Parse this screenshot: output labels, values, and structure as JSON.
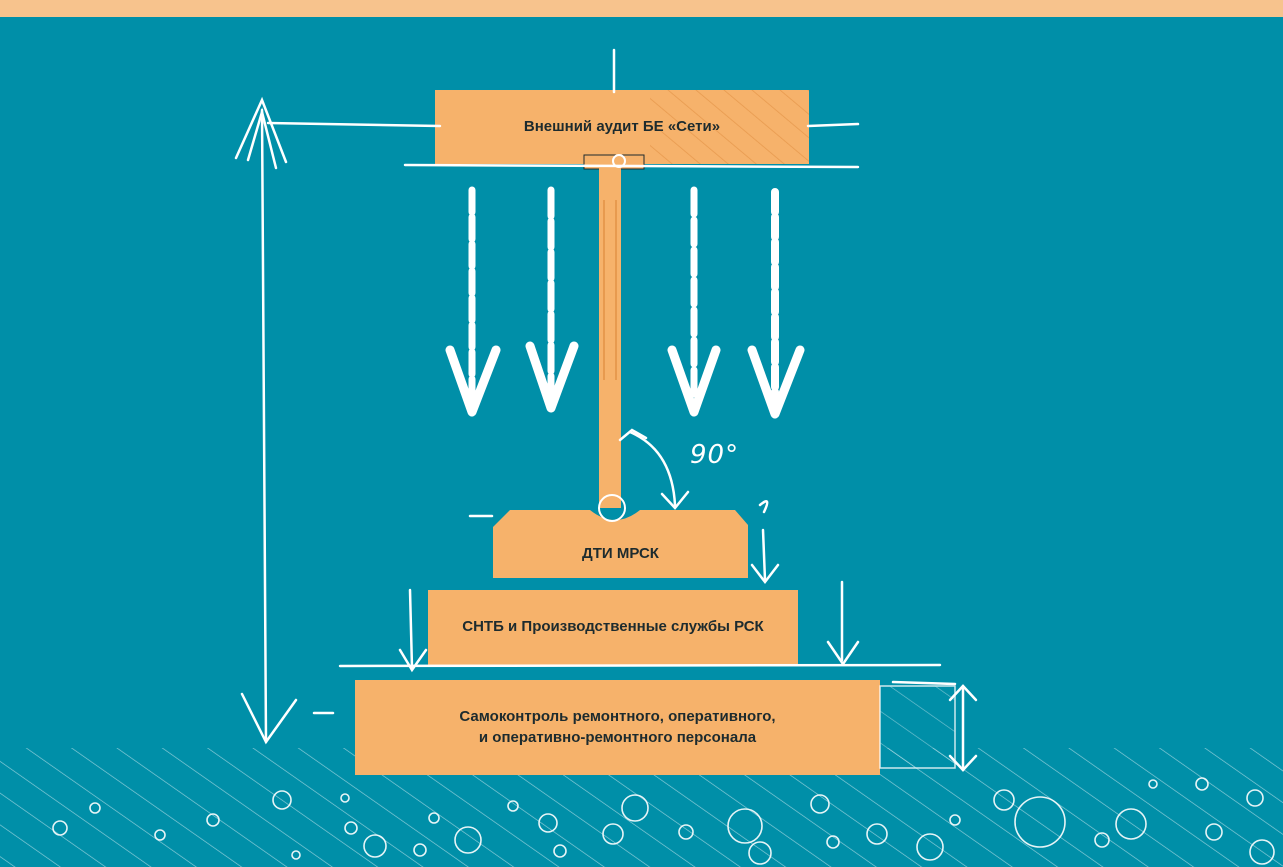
{
  "diagram": {
    "levels": [
      {
        "id": "external-audit",
        "label": "Внешний аудит БЕ «Сети»"
      },
      {
        "id": "dti-mrsk",
        "label": "ДТИ МРСК"
      },
      {
        "id": "sntb",
        "label": "СНТБ и Производственные службы РСК"
      },
      {
        "id": "self-control",
        "label": "Самоконтроль ремонтного, оперативного,\nи оперативно-ремонтного персонала"
      }
    ],
    "angle_label": "90°"
  },
  "colors": {
    "background": "#008fa8",
    "block": "#f6b26b",
    "top_band": "#f7c38d",
    "sketch": "#ffffff"
  }
}
